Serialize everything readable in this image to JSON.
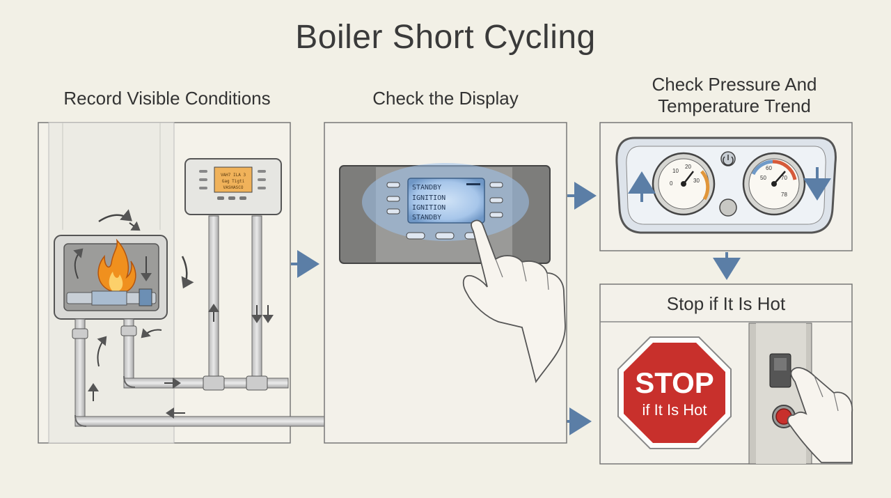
{
  "title": "Boiler Short Cycling",
  "steps": [
    {
      "label": "Record Visible Conditions"
    },
    {
      "label": "Check the Display"
    },
    {
      "label": "Check Pressure And Temperature Trend"
    },
    {
      "label": "Stop if It Is Hot"
    }
  ],
  "display_lines": [
    "STANDBY",
    "IGNITION",
    "IGNITION",
    "STANDBY"
  ],
  "small_display_lines": [
    "VAH7 ILA 3",
    "Gag Tigti",
    "VASHASCO"
  ],
  "stop_sign": {
    "main": "STOP",
    "sub": "if It Is Hot",
    "color": "#c8302c"
  },
  "pressure_gauge_ticks": [
    "0",
    "10",
    "20",
    "30"
  ],
  "temperature_gauge_ticks": [
    "50",
    "60",
    "70",
    "78"
  ],
  "colors": {
    "background": "#f2f0e6",
    "arrow_blue": "#5b7ea6",
    "flame": "#f0901e",
    "screen_glow": "#8fb8e6"
  }
}
